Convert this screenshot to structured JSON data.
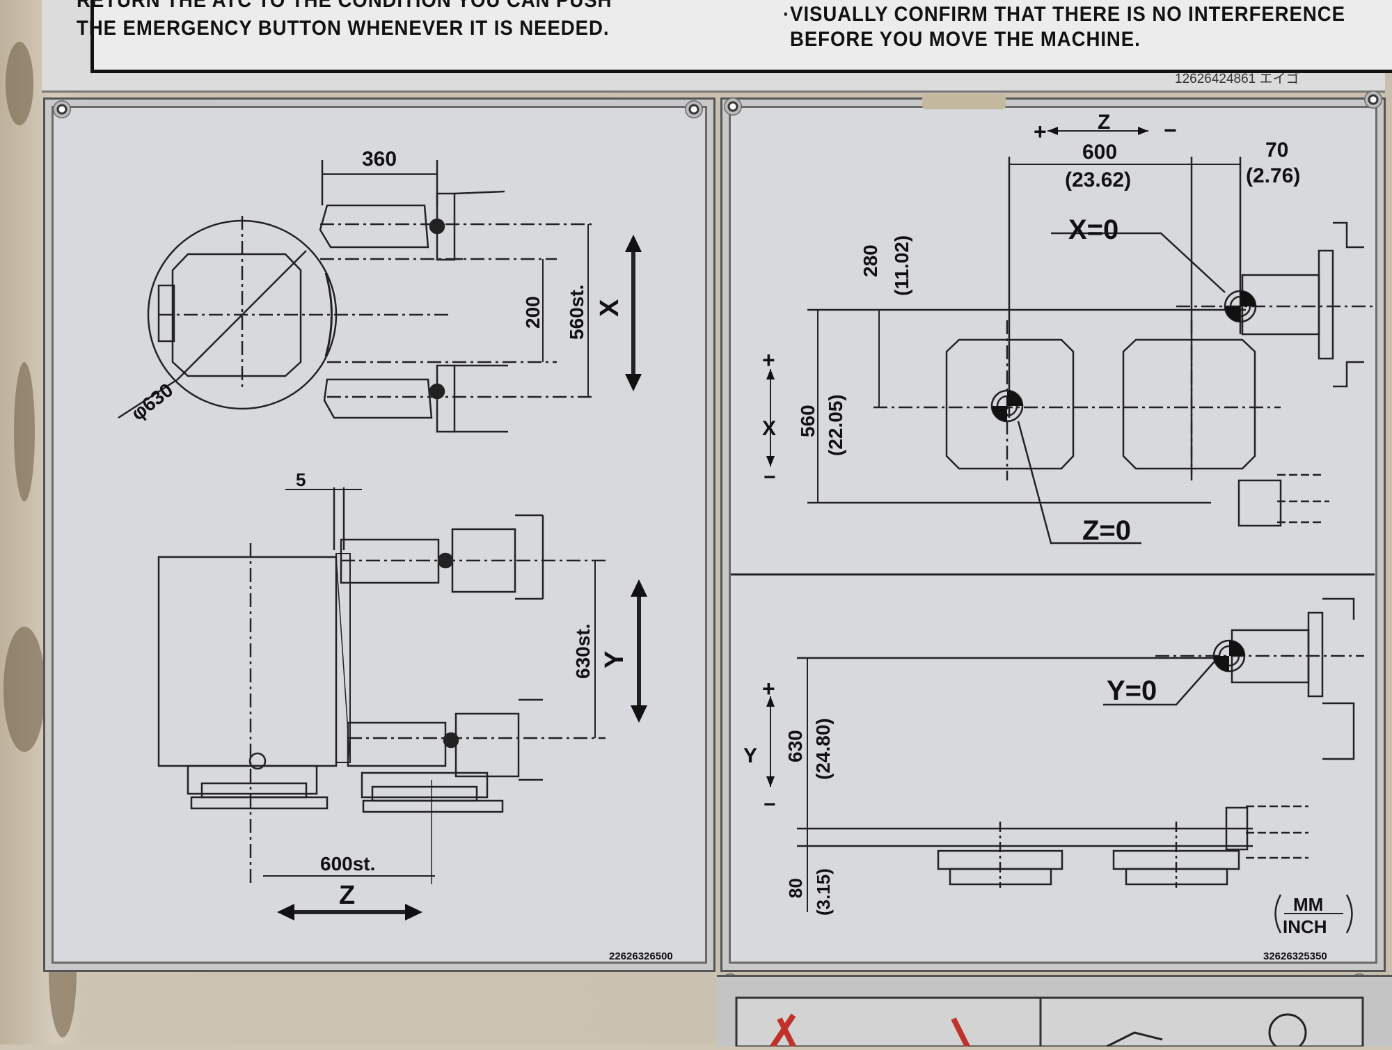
{
  "warning_plate": {
    "left_line1": "RETURN THE ATC TO THE CONDITION YOU CAN PUSH",
    "left_line2": "THE EMERGENCY BUTTON WHENEVER IT IS NEEDED.",
    "right_line1": "·VISUALLY CONFIRM THAT THERE IS NO INTERFERENCE",
    "right_line2": "BEFORE YOU MOVE THE MACHINE.",
    "code": "12626424861 エイゴ"
  },
  "left_panel": {
    "dim_360": "360",
    "dim_200": "200",
    "dim_560st": "560st.",
    "axis_x": "X",
    "dim_phi630": "φ630",
    "dim_5": "5",
    "dim_630st": "630st.",
    "axis_y": "Y",
    "dim_600st": "600st.",
    "axis_z": "Z",
    "code": "22626326500"
  },
  "right_panel": {
    "z_plus": "+",
    "z_label": "Z",
    "z_minus": "−",
    "dim_600": "600",
    "dim_600_inch": "(23.62)",
    "dim_70": "70",
    "dim_70_inch": "(2.76)",
    "x_zero": "X=0",
    "dim_280": "280",
    "dim_280_inch": "(11.02)",
    "x_plus": "+",
    "x_label": "X",
    "x_minus": "−",
    "dim_560": "560",
    "dim_560_inch": "(22.05)",
    "z_zero": "Z=0",
    "y_plus": "+",
    "y_label": "Y",
    "y_minus": "−",
    "dim_630": "630",
    "dim_630_inch": "(24.80)",
    "y_zero": "Y=0",
    "dim_80": "80",
    "dim_80_inch": "(3.15)",
    "unit_mm": "MM",
    "unit_inch": "INCH",
    "code": "32626325350"
  }
}
